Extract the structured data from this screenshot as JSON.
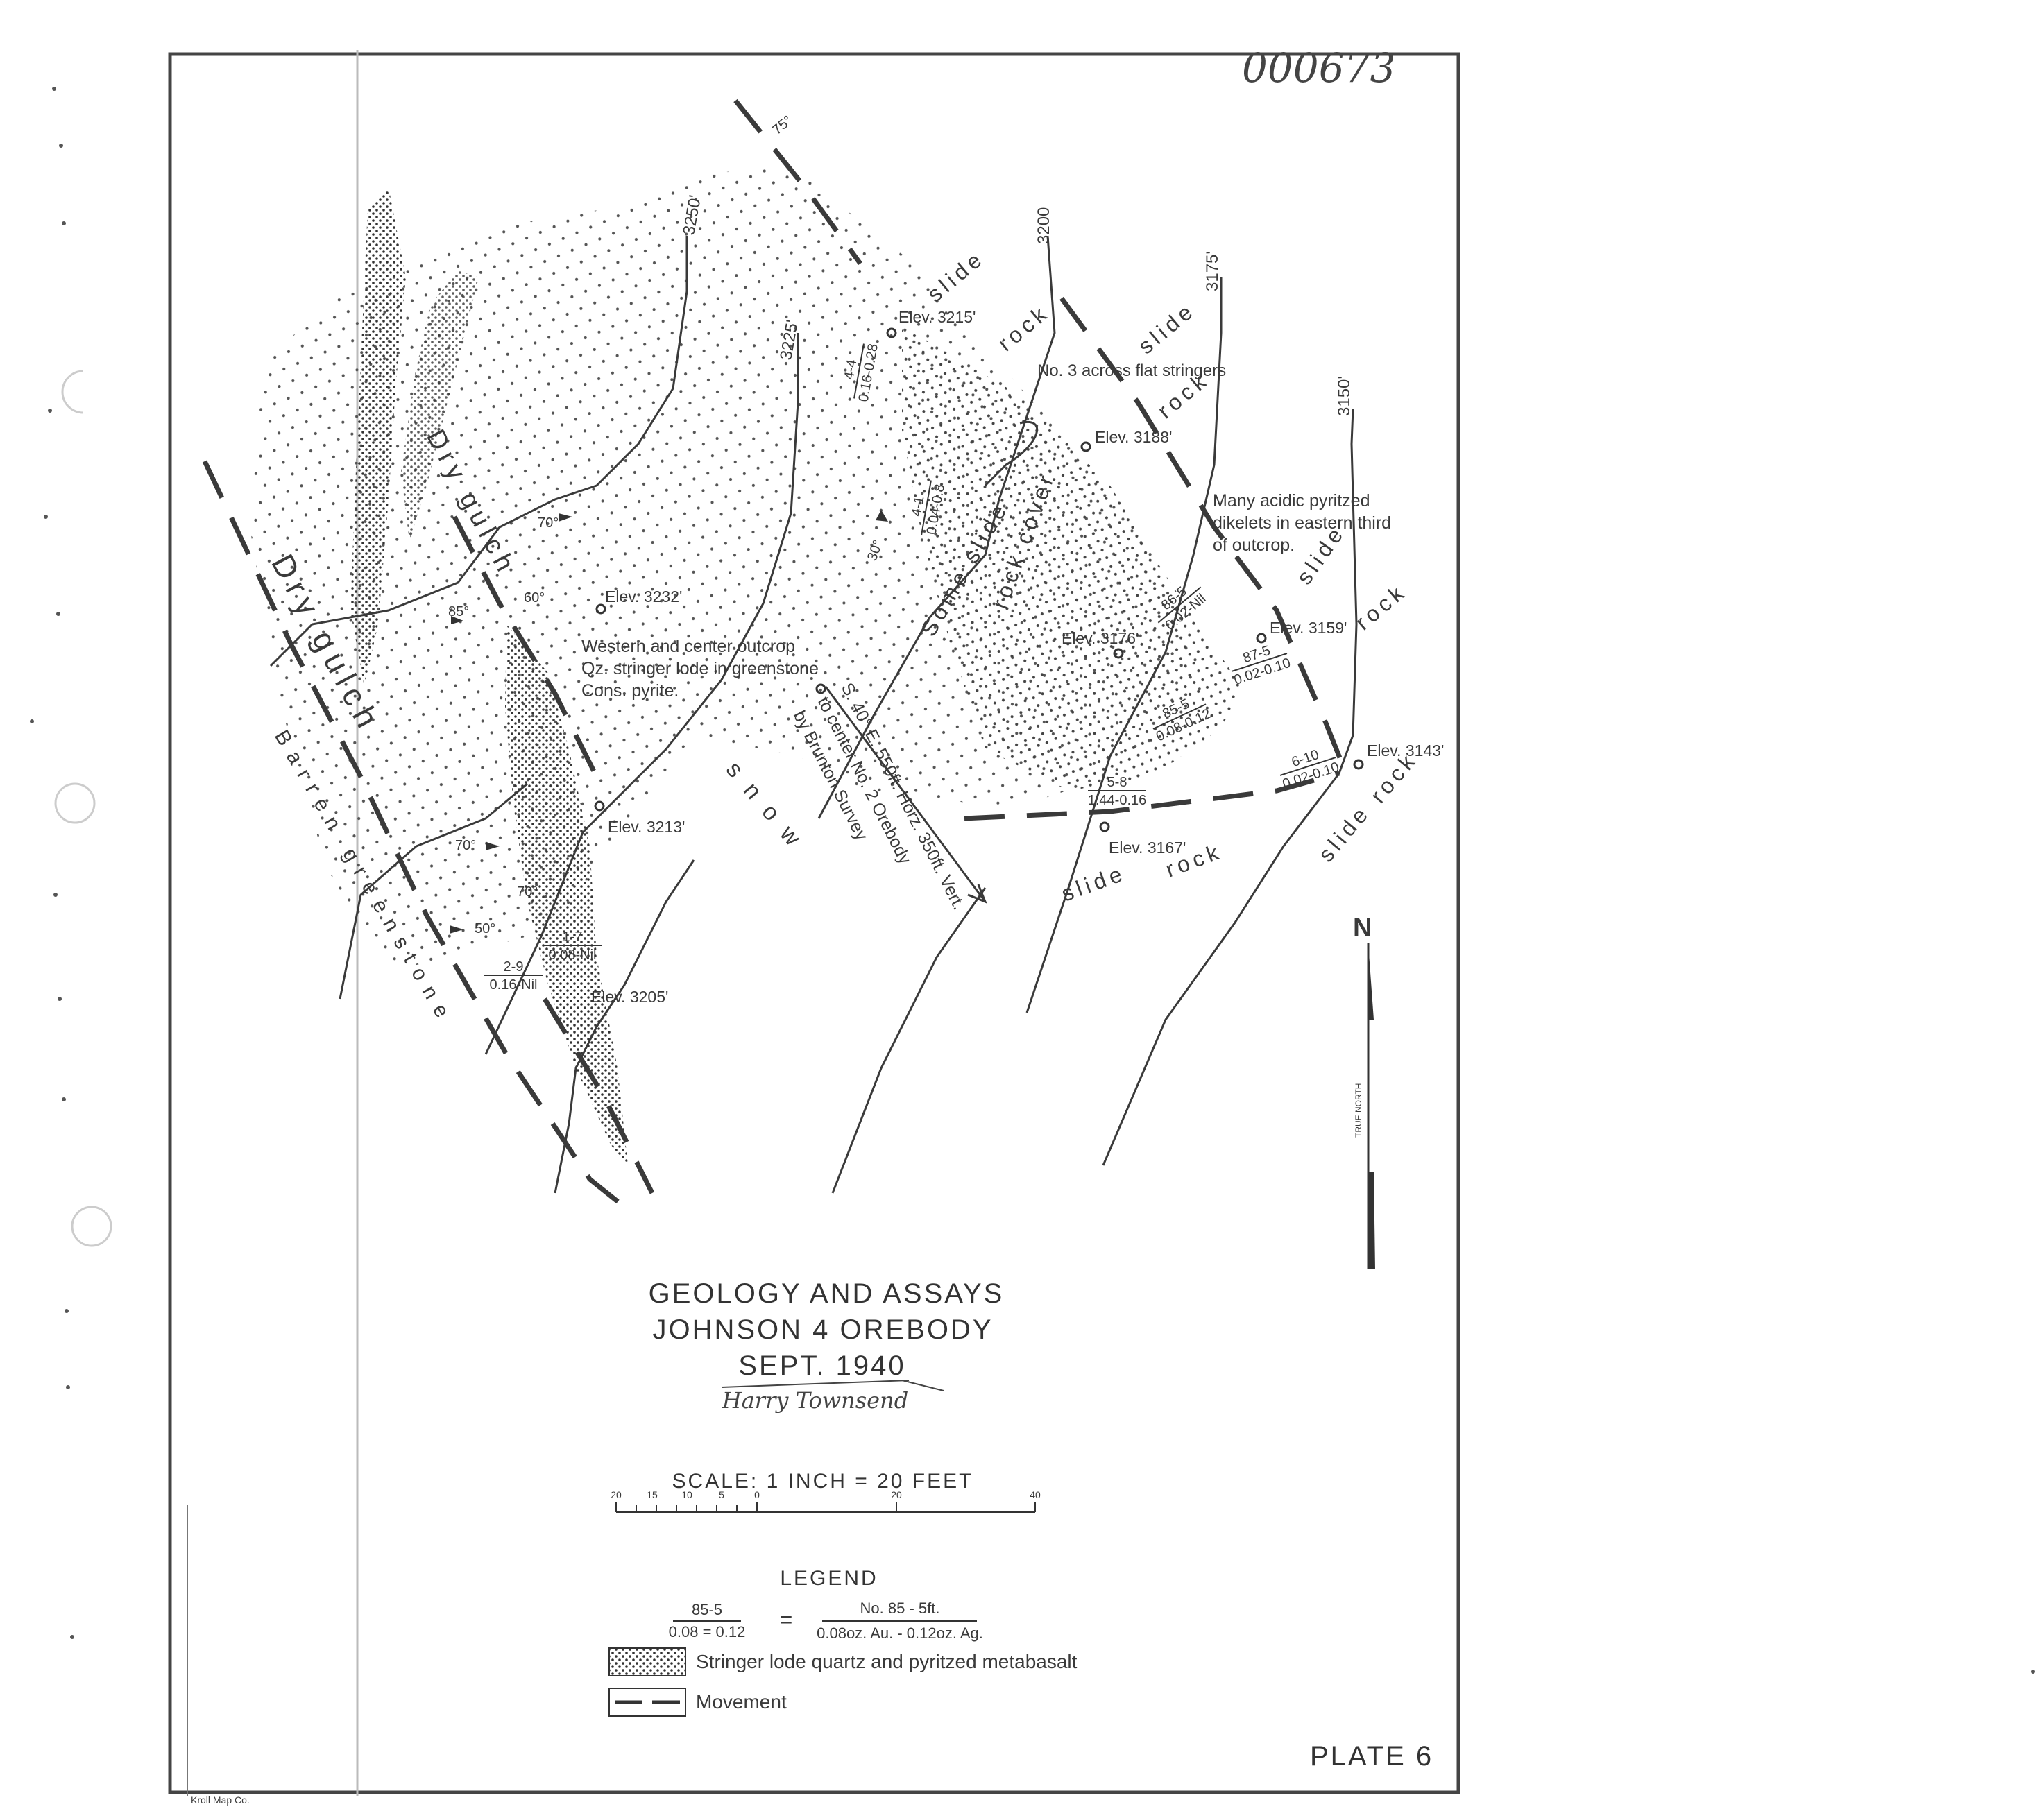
{
  "doc_number": "000673",
  "contours": [
    "3250'",
    "3225'",
    "3200",
    "3175'",
    "3150'"
  ],
  "elevations": [
    "Elev. 3215'",
    "Elev. 3188'",
    "Elev. 3232'",
    "Elev. 3176'",
    "Elev. 3159'",
    "Elev. 3143'",
    "Elev. 3167'",
    "Elev. 3213'",
    "Elev. 3205'"
  ],
  "dips": [
    "75°",
    "70°",
    "60°",
    "85°",
    "30°",
    "70°",
    "70°",
    "50°"
  ],
  "assays": [
    {
      "top": "4-4",
      "bottom": "0.16-0.28"
    },
    {
      "top": "4-1",
      "bottom": "0.04-0.8"
    },
    {
      "top": "86-5",
      "bottom": "0.02-Nil"
    },
    {
      "top": "87-5",
      "bottom": "0.02-0.10"
    },
    {
      "top": "85-5",
      "bottom": "0.08-0.12"
    },
    {
      "top": "6-10",
      "bottom": "0.02-0.10"
    },
    {
      "top": "5-8",
      "bottom": "1.44-0.16"
    },
    {
      "top": "1-7",
      "bottom": "0.08-Nil"
    },
    {
      "top": "2-9",
      "bottom": "0.16-Nil"
    }
  ],
  "words": {
    "slide": "slide",
    "rock": "rock",
    "snow": "snow",
    "dry_gulch": "Dry gulch",
    "barren_greenstone": "Barren greenstone",
    "some_slide": "Some slide",
    "rock_cover": "rock cover"
  },
  "notes": {
    "no3": "No. 3 across flat stringers",
    "acidic_1": "Many acidic pyritzed",
    "acidic_2": "dikelets in eastern third",
    "acidic_3": "of outcrop.",
    "western_1": "Western and center outcrop",
    "western_2": "Qz. stringer lode in greenstone",
    "western_3": "Cons. pyrite.",
    "survey_1": "S. 40° E. 550ft. Horz. 350ft. Vert.",
    "survey_2": "to center No. 2 Orebody",
    "survey_3": "by Brunton Survey"
  },
  "north": {
    "letter": "N",
    "label": "TRUE NORTH"
  },
  "title": {
    "line1": "GEOLOGY AND ASSAYS",
    "line2": "JOHNSON 4 OREBODY",
    "line3": "SEPT. 1940",
    "signature": "Harry Townsend"
  },
  "scale": {
    "label": "SCALE: 1 INCH = 20 FEET",
    "ticks": [
      "20",
      "15",
      "10",
      "5",
      "0",
      "20",
      "40"
    ]
  },
  "legend": {
    "heading": "LEGEND",
    "example_top": "85-5",
    "example_bottom": "0.08 = 0.12",
    "equals": "=",
    "explain_top": "No. 85 - 5ft.",
    "explain_bottom": "0.08oz. Au. - 0.12oz. Ag.",
    "stipple_label": "Stringer lode quartz and pyritzed metabasalt",
    "movement_label": "Movement"
  },
  "plate": "PLATE 6",
  "printer": "Kroll Map Co."
}
